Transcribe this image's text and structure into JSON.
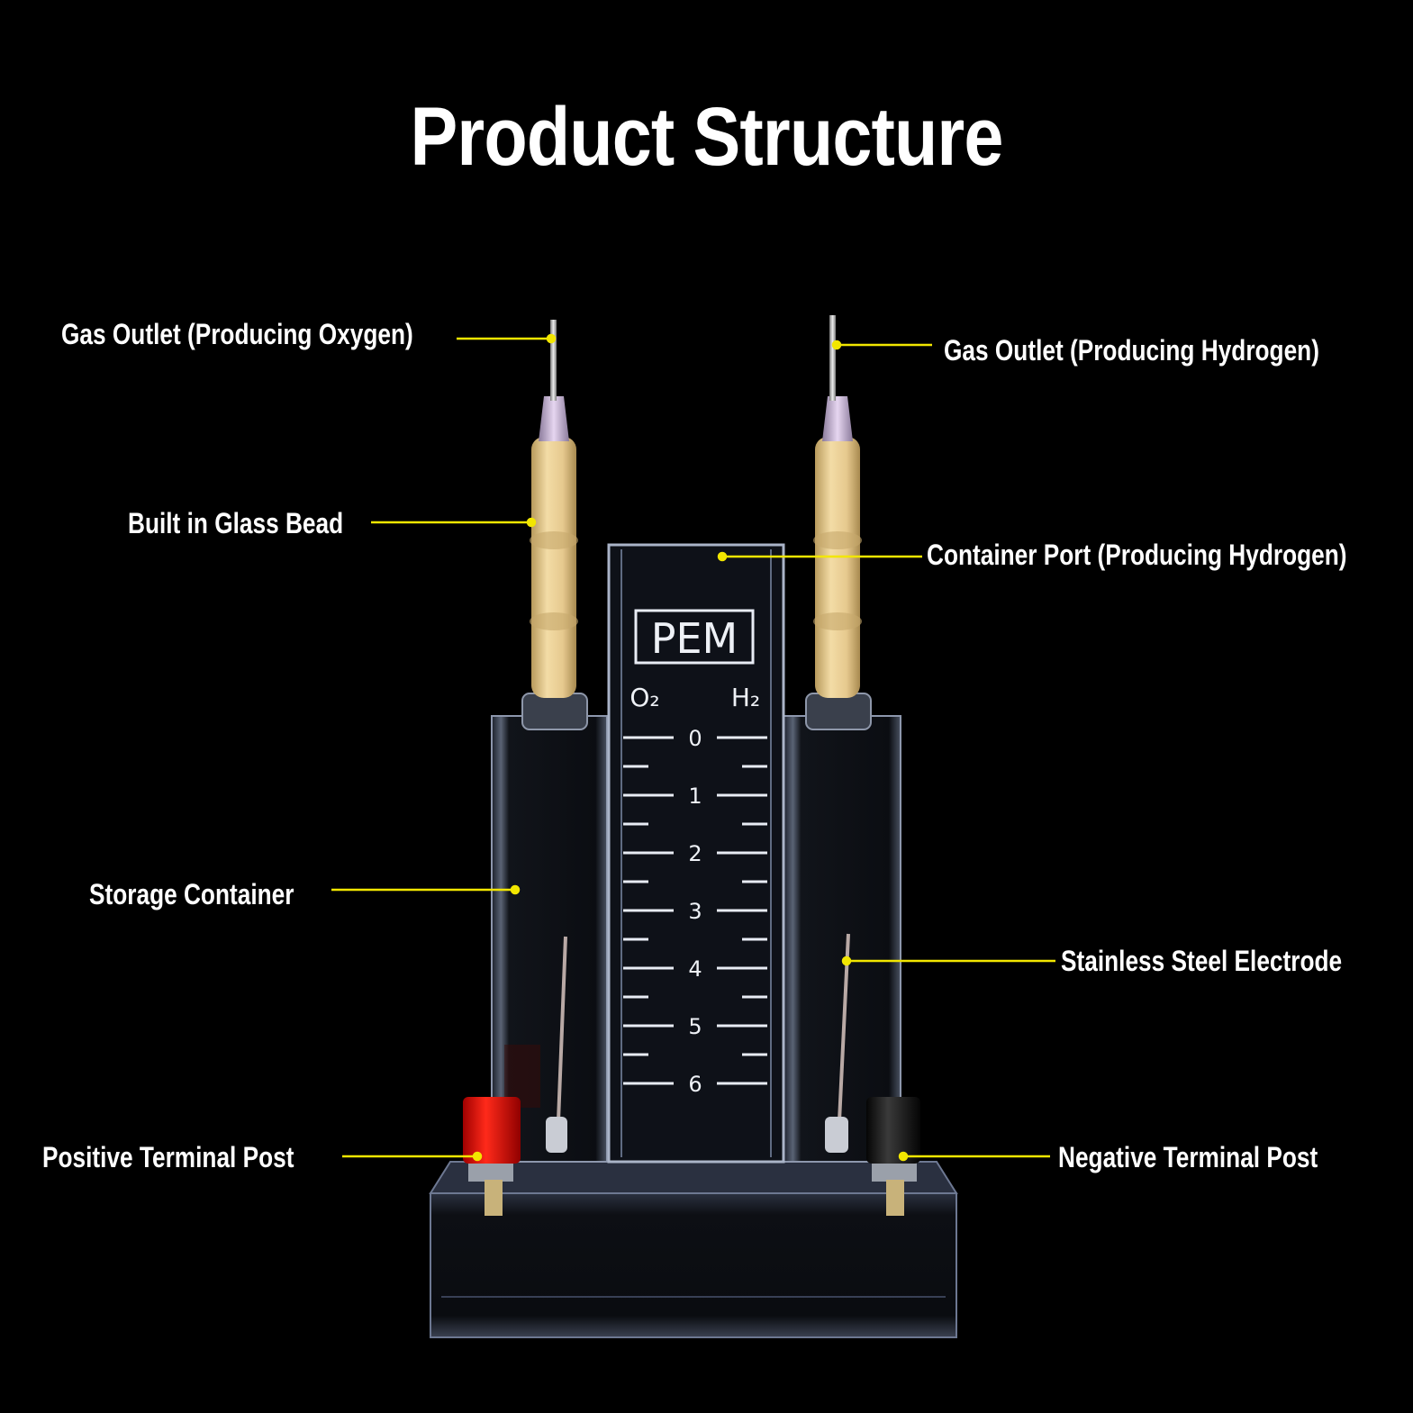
{
  "title": "Product Structure",
  "labels": {
    "gas_outlet_oxygen": "Gas Outlet (Producing Oxygen)",
    "gas_outlet_hydrogen": "Gas Outlet (Producing Hydrogen)",
    "glass_bead": "Built in Glass Bead",
    "container_port_hydrogen": "Container Port (Producing Hydrogen)",
    "storage_container": "Storage Container",
    "stainless_electrode": "Stainless Steel Electrode",
    "positive_terminal": "Positive Terminal Post",
    "negative_terminal": "Negative Terminal Post"
  },
  "device": {
    "badge": "PEM",
    "left_symbol": "O₂",
    "right_symbol": "H₂",
    "scale_numbers": [
      "0",
      "1",
      "2",
      "3",
      "4",
      "5",
      "6"
    ]
  },
  "colors": {
    "background": "#000000",
    "leader_line": "#f2e600",
    "text": "#ffffff",
    "positive_post": "#e01010",
    "negative_post": "#151515",
    "tube": "#e8cf98"
  }
}
